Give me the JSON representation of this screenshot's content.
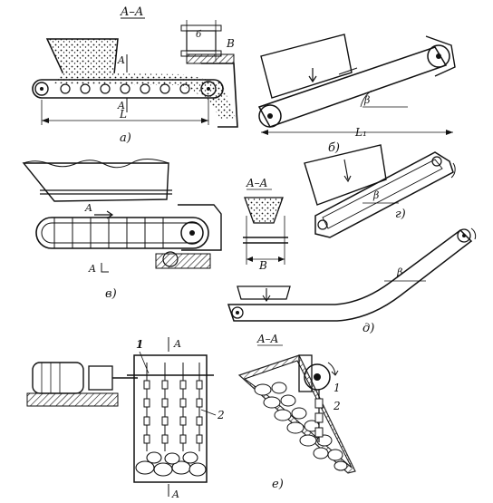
{
  "figure": {
    "panels": [
      {
        "id": "a",
        "label": "а)",
        "section": "A–A",
        "dims": [
          "L",
          "B"
        ],
        "section_marks": [
          "A",
          "A"
        ]
      },
      {
        "id": "b",
        "label": "б)",
        "dims": [
          "L₁"
        ],
        "angle": "β"
      },
      {
        "id": "v",
        "label": "в)",
        "section": "A–A",
        "dims": [
          "B"
        ],
        "section_marks": [
          "A",
          "A"
        ]
      },
      {
        "id": "g",
        "label": "г)",
        "angle": "β"
      },
      {
        "id": "d",
        "label": "д)",
        "angle": "β"
      },
      {
        "id": "e",
        "label": "е)",
        "section": "A–A",
        "section_marks": [
          "A",
          "A"
        ],
        "callouts": [
          "1",
          "2"
        ]
      }
    ]
  },
  "colors": {
    "ink": "#111111",
    "paper": "#ffffff"
  }
}
